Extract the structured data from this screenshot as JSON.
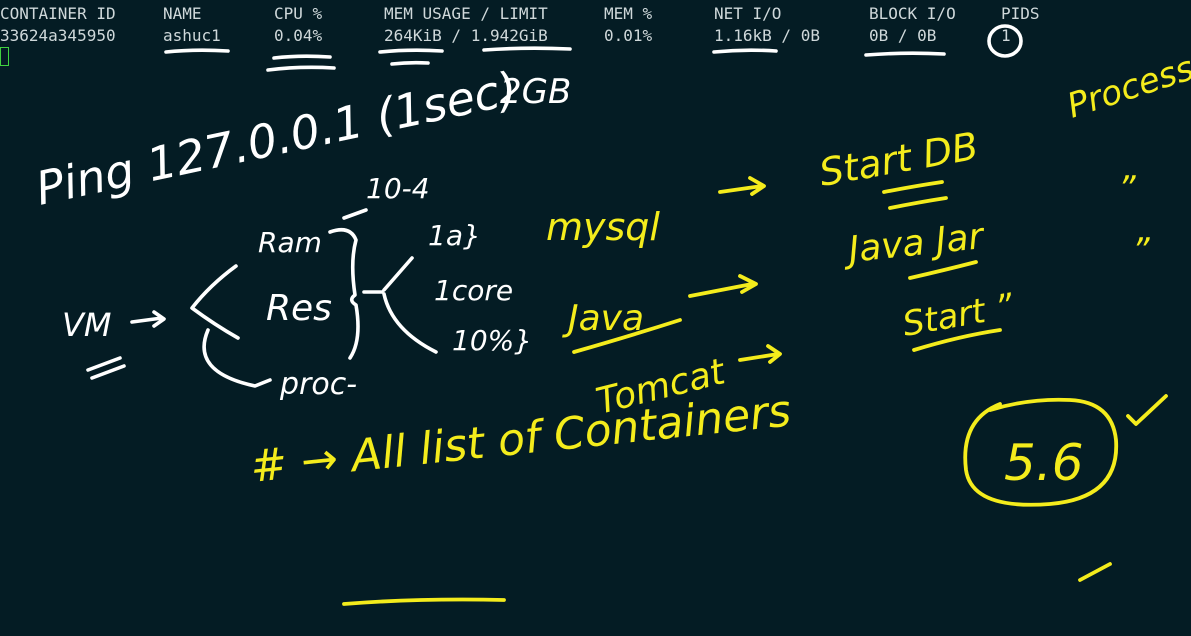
{
  "terminal": {
    "headers": [
      "CONTAINER ID",
      "NAME",
      "CPU %",
      "MEM USAGE / LIMIT",
      "MEM %",
      "NET I/O",
      "BLOCK I/O",
      "PIDS"
    ],
    "row": [
      "33624a345950",
      "ashuc1",
      "0.04%",
      "264KiB / 1.942GiB",
      "0.01%",
      "1.16kB / 0B",
      "0B / 0B",
      "1"
    ]
  },
  "annotations": {
    "white": {
      "limit_note": "2GB",
      "ping": "Ping 127.0.0.1 (1sec)",
      "ram": "Ram",
      "res": "Res",
      "proc": "proc-",
      "vm": "VM",
      "ram_value": "10-4",
      "bracket_1": "1a}",
      "bracket_2": "1core",
      "bracket_3": "10%}"
    },
    "yellow": {
      "process": "Process",
      "mysql": "mysql",
      "start_db": "Start DB",
      "ditto_1": "”",
      "ditto_2": "”",
      "java": "Java",
      "java_jar": "Java Jar",
      "tomcat": "Tomcat",
      "start": "Start ”",
      "all_list": "# → All list of Containers",
      "number": "5.6"
    }
  },
  "colors": {
    "background": "#041c24",
    "terminal_text": "#cfd8da",
    "ink_white": "#ffffff",
    "ink_yellow": "#f4ec1c",
    "cursor": "#3fd13f"
  }
}
